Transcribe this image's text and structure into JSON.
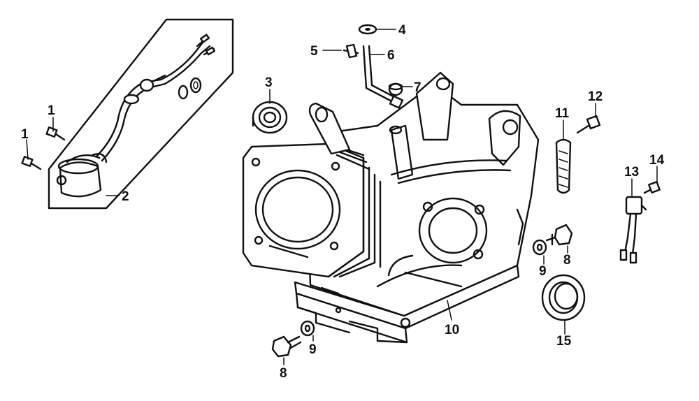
{
  "callouts": {
    "c1a": "1",
    "c1b": "1",
    "c2": "2",
    "c3": "3",
    "c4": "4",
    "c5": "5",
    "c6": "6",
    "c7": "7",
    "c8a": "8",
    "c8b": "8",
    "c9a": "9",
    "c9b": "9",
    "c10": "10",
    "c11": "11",
    "c12": "12",
    "c13": "13",
    "c14": "14",
    "c15": "15"
  },
  "colors": {
    "ink": "#111111",
    "paper": "#ffffff"
  }
}
